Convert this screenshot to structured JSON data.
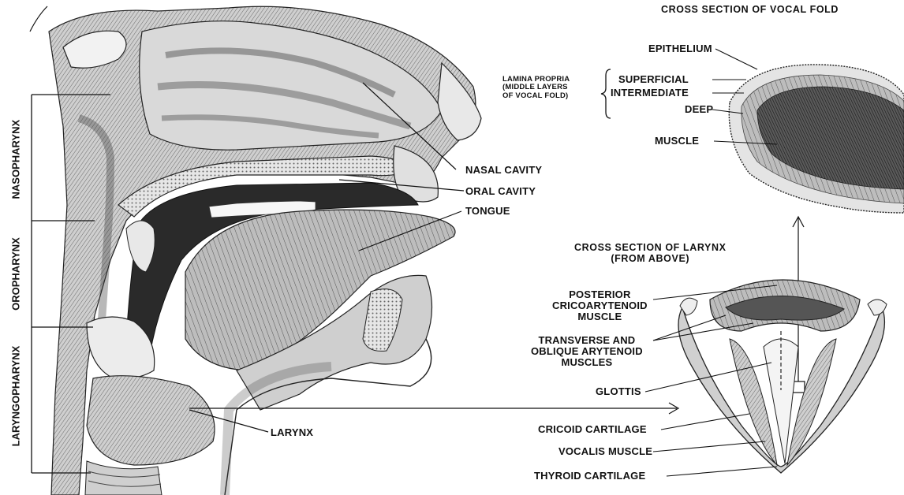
{
  "colors": {
    "ink": "#111111",
    "tissue_dark": "#2a2a2a",
    "tissue_mid": "#8c8c8c",
    "tissue_light": "#d6d6d6",
    "background": "#ffffff"
  },
  "sagittal_view": {
    "regions": {
      "nasopharynx": "NASOPHARYNX",
      "oropharynx": "OROPHARYNX",
      "laryngopharynx": "LARYNGOPHARYNX"
    },
    "labels": {
      "nasal_cavity": "NASAL CAVITY",
      "oral_cavity": "ORAL CAVITY",
      "tongue": "TONGUE",
      "larynx": "LARYNX"
    }
  },
  "vocal_fold_section": {
    "title": "CROSS SECTION OF VOCAL FOLD",
    "epithelium": "EPITHELIUM",
    "lamina_propria": "LAMINA PROPRIA\n(MIDDLE LAYERS\nOF VOCAL FOLD)",
    "superficial": "SUPERFICIAL",
    "intermediate": "INTERMEDIATE",
    "deep": "DEEP",
    "muscle": "MUSCLE"
  },
  "larynx_section": {
    "title": "CROSS SECTION OF LARYNX\n(FROM ABOVE)",
    "posterior_cricoarytenoid": "POSTERIOR\nCRICOARYTENOID\nMUSCLE",
    "arytenoid_muscles": "TRANSVERSE AND\nOBLIQUE ARYTENOID\nMUSCLES",
    "glottis": "GLOTTIS",
    "cricoid_cartilage": "CRICOID CARTILAGE",
    "vocalis_muscle": "VOCALIS MUSCLE",
    "thyroid_cartilage": "THYROID CARTILAGE"
  }
}
